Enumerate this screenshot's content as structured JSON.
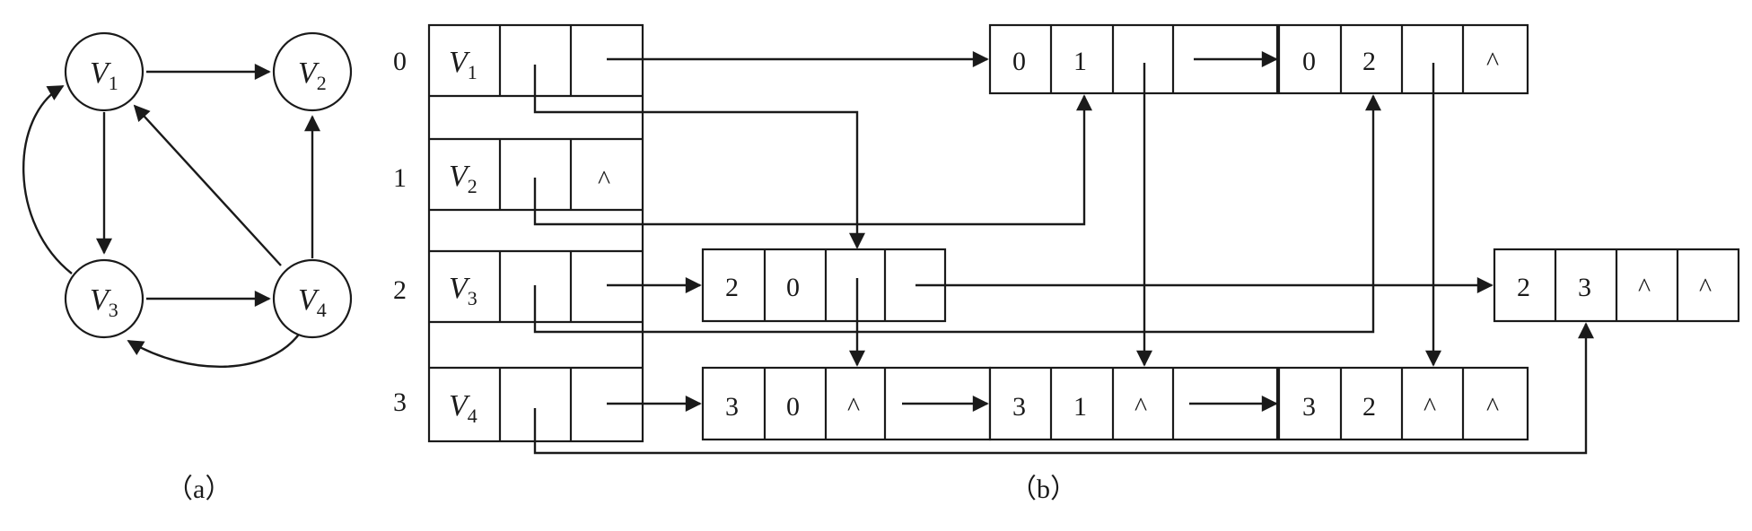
{
  "graph": {
    "vertices": [
      {
        "letter": "V",
        "sub": "1"
      },
      {
        "letter": "V",
        "sub": "2"
      },
      {
        "letter": "V",
        "sub": "3"
      },
      {
        "letter": "V",
        "sub": "4"
      }
    ],
    "caption": "（a）"
  },
  "orthogonal_list": {
    "indices": [
      "0",
      "1",
      "2",
      "3"
    ],
    "null_symbol": "^",
    "arcs": [
      {
        "tail": "0",
        "head": "1"
      },
      {
        "tail": "0",
        "head": "2"
      },
      {
        "tail": "2",
        "head": "0"
      },
      {
        "tail": "2",
        "head": "3"
      },
      {
        "tail": "3",
        "head": "0"
      },
      {
        "tail": "3",
        "head": "1"
      },
      {
        "tail": "3",
        "head": "2"
      }
    ],
    "caption": "（b）"
  }
}
